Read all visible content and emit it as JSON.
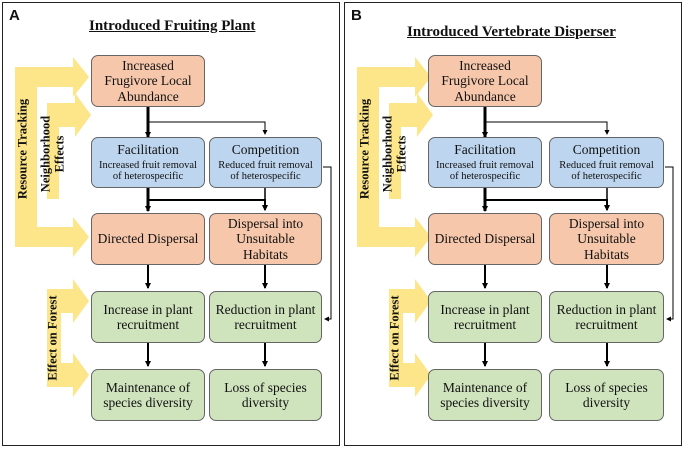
{
  "panels": [
    {
      "letter": "A",
      "title": "Introduced Fruiting Plant",
      "labels": {
        "resource_tracking": "Resource Tracking",
        "neighborhood": [
          "Neighborhood",
          "Effects"
        ],
        "effect_on_forest": "Effect on Forest"
      },
      "boxes": {
        "abundance": [
          "Increased",
          "Frugivore Local",
          "Abundance"
        ],
        "facilitation": {
          "title": "Facilitation",
          "sub": [
            "Increased fruit removal",
            "of heterospecific"
          ]
        },
        "competition": {
          "title": "Competition",
          "sub": [
            "Reduced fruit removal",
            "of heterospecific"
          ]
        },
        "directed": [
          "Directed Dispersal"
        ],
        "unsuitable": [
          "Dispersal into",
          "Unsuitable",
          "Habitats"
        ],
        "increase": [
          "Increase in plant",
          "recruitment"
        ],
        "reduction": [
          "Reduction in plant",
          "recruitment"
        ],
        "maintenance": [
          "Maintenance of",
          "species diversity"
        ],
        "loss": [
          "Loss of species",
          "diversity"
        ]
      }
    },
    {
      "letter": "B",
      "title": "Introduced Vertebrate Disperser",
      "labels": {
        "resource_tracking": "Resource Tracking",
        "neighborhood": [
          "Neighborhood",
          "Effects"
        ],
        "effect_on_forest": "Effect on Forest"
      },
      "boxes": {
        "abundance": [
          "Increased",
          "Frugivore Local",
          "Abundance"
        ],
        "facilitation": {
          "title": "Facilitation",
          "sub": [
            "Increased fruit removal",
            "of heterospecific"
          ]
        },
        "competition": {
          "title": "Competition",
          "sub": [
            "Reduced fruit removal",
            "of heterospecific"
          ]
        },
        "directed": [
          "Directed Dispersal"
        ],
        "unsuitable": [
          "Dispersal into",
          "Unsuitable",
          "Habitats"
        ],
        "increase": [
          "Increase in plant",
          "recruitment"
        ],
        "reduction": [
          "Reduction in plant",
          "recruitment"
        ],
        "maintenance": [
          "Maintenance of",
          "species diversity"
        ],
        "loss": [
          "Loss of species",
          "diversity"
        ]
      }
    }
  ],
  "colors": {
    "outcome_box": "#f6c7aa",
    "interaction_box": "#bdd5ee",
    "forest_box": "#cfe3bd",
    "side_arrows": "#fde58a"
  }
}
